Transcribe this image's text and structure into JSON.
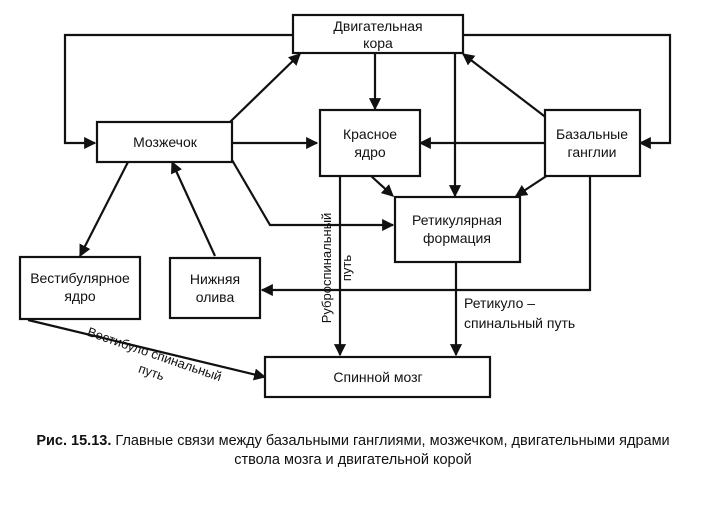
{
  "nodes": {
    "motor_cortex": [
      "Двигательная",
      "кора"
    ],
    "cerebellum": "Мозжечок",
    "red_nucleus": [
      "Красное",
      "ядро"
    ],
    "basal_ganglia": [
      "Базальные",
      "ганглии"
    ],
    "reticular_formation": [
      "Ретикулярная",
      "формация"
    ],
    "vestibular_nucleus": [
      "Вестибулярное",
      "ядро"
    ],
    "inferior_olive": [
      "Нижняя",
      "олива"
    ],
    "spinal_cord": "Спинной мозг"
  },
  "pathways": {
    "rubrospinal": [
      "Руброспинальный",
      "путь"
    ],
    "reticulospinal": [
      "Ретикуло –",
      "спинальный путь"
    ],
    "vestibulospinal": [
      "Вестибуло спинальный",
      "путь"
    ]
  },
  "caption": {
    "label": "Рис. 15.13.",
    "text": "Главные связи между базальными ганглиями, мозжечком, двигательными ядрами ствола мозга и двигательной корой"
  }
}
